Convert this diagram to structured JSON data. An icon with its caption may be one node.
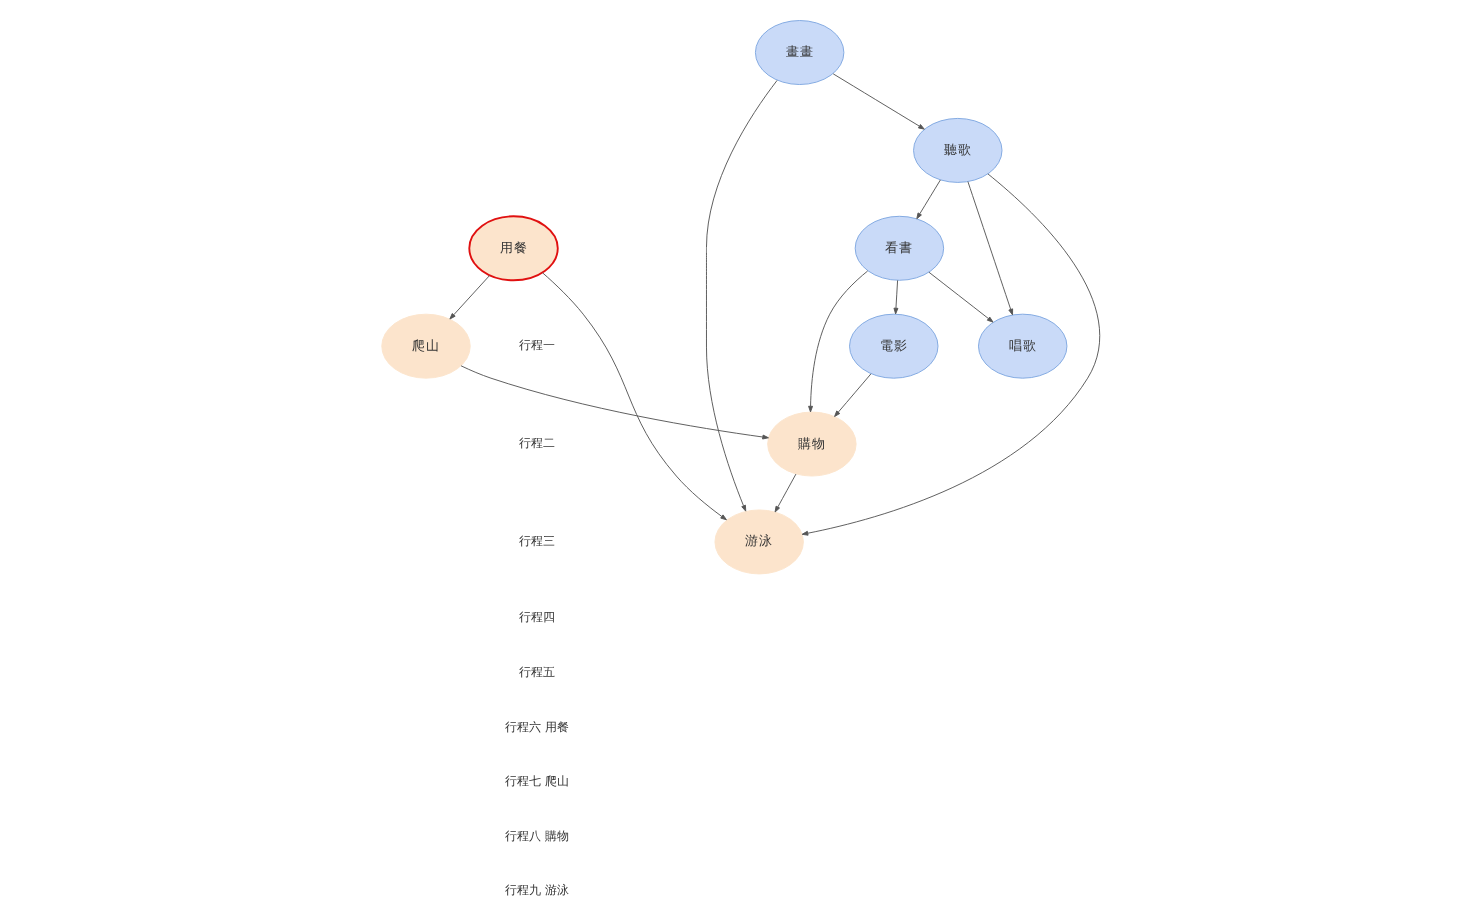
{
  "diagram": {
    "nodes": [
      {
        "text": [
          "爬山"
        ]
      },
      {
        "text": [
          "電影"
        ]
      },
      {
        "text": [
          "用餐"
        ]
      },
      {
        "text": [
          "看書"
        ]
      },
      {
        "text": [
          "購物"
        ]
      },
      {
        "text": [
          "游泳"
        ]
      },
      {
        "text": [
          "唱歌"
        ]
      },
      {
        "text": [
          "畫畫"
        ]
      },
      {
        "text": [
          "聽歌"
        ]
      }
    ],
    "edges": [
      {
        "from": 2,
        "to": 0,
        "arrow": "to"
      },
      {
        "from": 0,
        "to": 4,
        "arrow": "to"
      },
      {
        "from": 1,
        "to": 4,
        "arrow": "to"
      },
      {
        "from": 3,
        "to": 1,
        "arrow": "to"
      },
      {
        "from": 3,
        "to": 4,
        "arrow": "to"
      },
      {
        "from": 2,
        "to": 5,
        "arrow": "to"
      },
      {
        "from": 4,
        "to": 5,
        "arrow": "to"
      },
      {
        "from": 3,
        "to": 6,
        "arrow": "to"
      },
      {
        "from": 7,
        "to": 5,
        "arrow": "to"
      },
      {
        "from": 8,
        "to": 5,
        "arrow": "to"
      },
      {
        "from": 7,
        "to": 8,
        "arrow": "to"
      },
      {
        "from": 8,
        "to": 3,
        "arrow": "to"
      },
      {
        "from": 8,
        "to": 6,
        "arrow": "to"
      }
    ],
    "labels": [
      "行程一",
      "行程二",
      "行程三",
      "行程四",
      "行程五",
      "行程六 用餐",
      "行程七 爬山",
      "行程八 購物",
      "行程九 游泳"
    ]
  }
}
